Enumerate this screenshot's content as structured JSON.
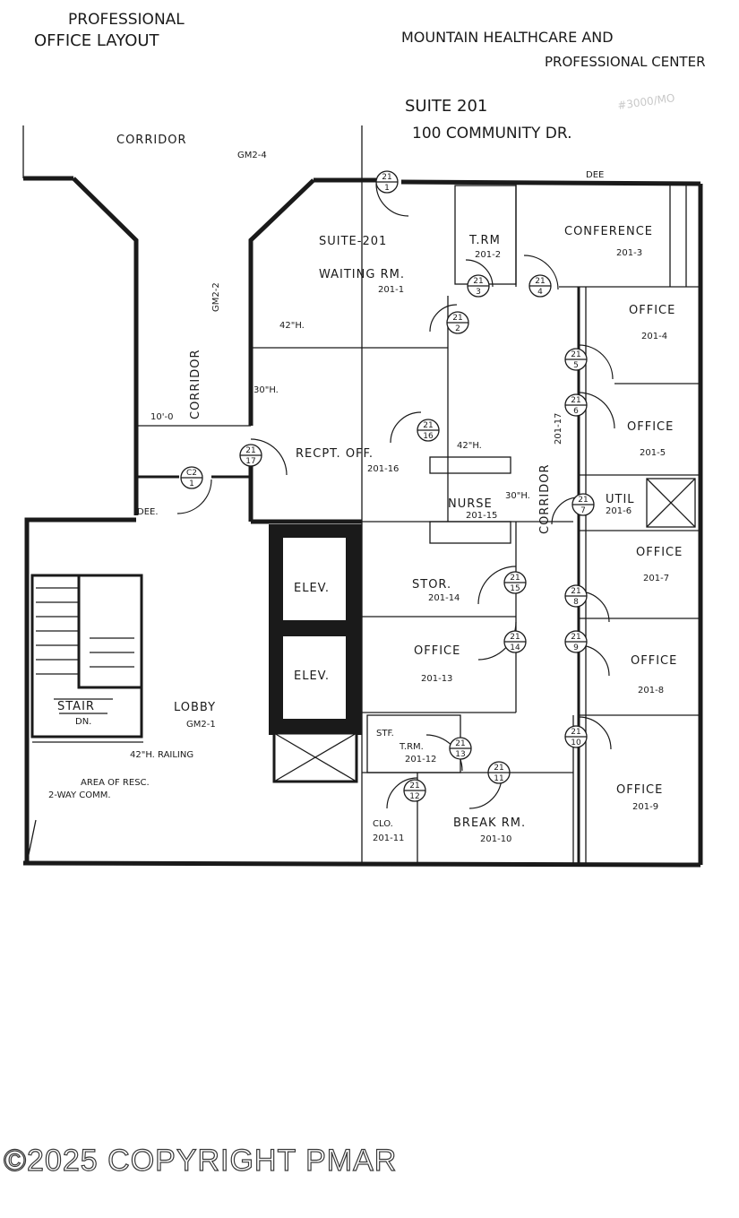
{
  "header": {
    "layout_line1": "PROFESSIONAL",
    "layout_line2": "OFFICE LAYOUT",
    "center_line1": "MOUNTAIN HEALTHCARE AND",
    "center_line2": "PROFESSIONAL CENTER",
    "suite_line": "SUITE 201",
    "address_line": "100 COMMUNITY DR."
  },
  "rooms": {
    "corridor_top": "CORRIDOR",
    "corridor_top_code": "GM2-4",
    "corridor_left": "CORRIDOR",
    "corridor_left_code": "GM2-2",
    "corridor_width": "10'-0",
    "suite_title": "SUITE-201",
    "waiting": "WAITING RM.",
    "waiting_code": "201-1",
    "trm": "T.RM",
    "trm_code": "201-2",
    "conference": "CONFERENCE",
    "conference_code": "201-3",
    "office4": "OFFICE",
    "office4_code": "201-4",
    "office5": "OFFICE",
    "office5_code": "201-5",
    "recept": "RECPT. OFF.",
    "recept_code": "201-16",
    "nurse": "NURSE",
    "nurse_code": "201-15",
    "corridor_inner": "CORRIDOR",
    "corridor_inner_code": "201-17",
    "util": "UTIL",
    "util_code": "201-6",
    "office7": "OFFICE",
    "office7_code": "201-7",
    "stor": "STOR.",
    "stor_code": "201-14",
    "office13": "OFFICE",
    "office13_code": "201-13",
    "office8": "OFFICE",
    "office8_code": "201-8",
    "elev1": "ELEV.",
    "elev2": "ELEV.",
    "lobby": "LOBBY",
    "lobby_code": "GM2-1",
    "stair": "STAIR",
    "stair_dn": "DN.",
    "stf_trm": "STF.",
    "stf_trm2": "T.RM.",
    "stf_trm_code": "201-12",
    "clo": "CLO.",
    "clo_code": "201-11",
    "break": "BREAK RM.",
    "break_code": "201-10",
    "office9": "OFFICE",
    "office9_code": "201-9",
    "railing": "42\"H. RAILING",
    "rescue": "AREA OF RESC.",
    "two_way": "2-WAY COMM.",
    "dee1": "DEE.",
    "dee2": "DEE",
    "h42a": "42\"H.",
    "h30a": "30\"H.",
    "h42b": "42\"H.",
    "h30b": "30\"H.",
    "pencil_note": "#3000/MO"
  },
  "door_tags": [
    {
      "top": "21",
      "bottom": "1"
    },
    {
      "top": "21",
      "bottom": "2"
    },
    {
      "top": "21",
      "bottom": "3"
    },
    {
      "top": "21",
      "bottom": "4"
    },
    {
      "top": "21",
      "bottom": "5"
    },
    {
      "top": "21",
      "bottom": "6"
    },
    {
      "top": "21",
      "bottom": "16"
    },
    {
      "top": "21",
      "bottom": "17"
    },
    {
      "top": "C2",
      "bottom": "1"
    },
    {
      "top": "21",
      "bottom": "7"
    },
    {
      "top": "21",
      "bottom": "15"
    },
    {
      "top": "21",
      "bottom": "8"
    },
    {
      "top": "21",
      "bottom": "14"
    },
    {
      "top": "21",
      "bottom": "9"
    },
    {
      "top": "21",
      "bottom": "13"
    },
    {
      "top": "21",
      "bottom": "10"
    },
    {
      "top": "21",
      "bottom": "11"
    },
    {
      "top": "21",
      "bottom": "12"
    }
  ],
  "footer": {
    "copyright": "©2025 COPYRIGHT PMAR"
  }
}
